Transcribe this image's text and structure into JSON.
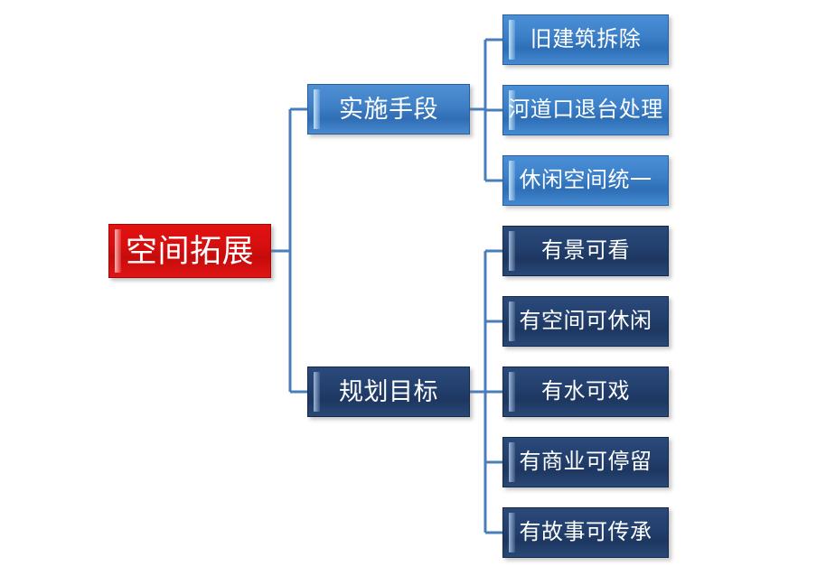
{
  "diagram": {
    "type": "horizontal-hierarchy",
    "background_color": "#ffffff",
    "connector_color": "#4a7ebb",
    "root": {
      "label": "空间拓展",
      "fill_color": "#d60f0f",
      "text_color": "#ffffff"
    },
    "branches": [
      {
        "label": "实施手段",
        "fill_color": "#3f7fc6",
        "text_color": "#ffffff",
        "children": [
          {
            "label": "旧建筑拆除",
            "fill_color": "#3c80c9",
            "text_color": "#ffffff"
          },
          {
            "label": "河道口退台处理",
            "fill_color": "#3c80c9",
            "text_color": "#ffffff"
          },
          {
            "label": "休闲空间统一",
            "fill_color": "#3c80c9",
            "text_color": "#ffffff"
          }
        ]
      },
      {
        "label": "规划目标",
        "fill_color": "#23406e",
        "text_color": "#ffffff",
        "children": [
          {
            "label": "有景可看",
            "fill_color": "#23406e",
            "text_color": "#ffffff"
          },
          {
            "label": "有空间可休闲",
            "fill_color": "#23406e",
            "text_color": "#ffffff"
          },
          {
            "label": "有水可戏",
            "fill_color": "#23406e",
            "text_color": "#ffffff"
          },
          {
            "label": "有商业可停留",
            "fill_color": "#23406e",
            "text_color": "#ffffff"
          },
          {
            "label": "有故事可传承",
            "fill_color": "#23406e",
            "text_color": "#ffffff"
          }
        ]
      }
    ]
  }
}
